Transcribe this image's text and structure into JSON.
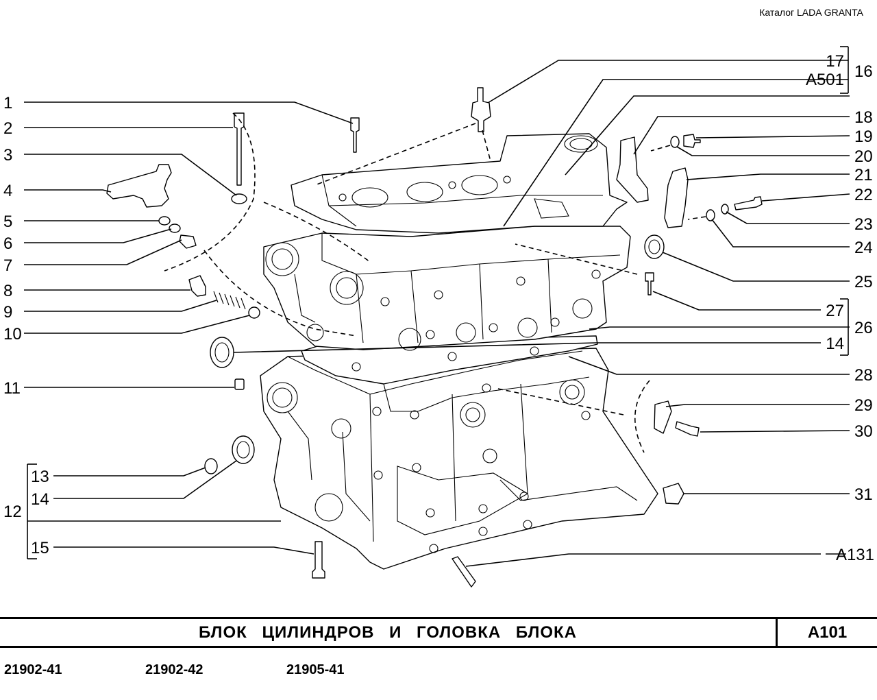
{
  "header": {
    "catalog": "Каталог  LADA  GRANTA"
  },
  "callouts_left": [
    "1",
    "2",
    "3",
    "4",
    "5",
    "6",
    "7",
    "8",
    "9",
    "10",
    "11",
    "12",
    "13",
    "14",
    "15"
  ],
  "callouts_right": [
    "17",
    "A501",
    "16",
    "18",
    "19",
    "20",
    "21",
    "22",
    "23",
    "24",
    "25",
    "27",
    "26",
    "14",
    "28",
    "29",
    "30",
    "31",
    "A131"
  ],
  "footer": {
    "title": "БЛОК  ЦИЛИНДРОВ  И  ГОЛОВКА  БЛОКА",
    "code": "A101"
  },
  "models": [
    "21902-41",
    "21902-42",
    "21905-41"
  ]
}
